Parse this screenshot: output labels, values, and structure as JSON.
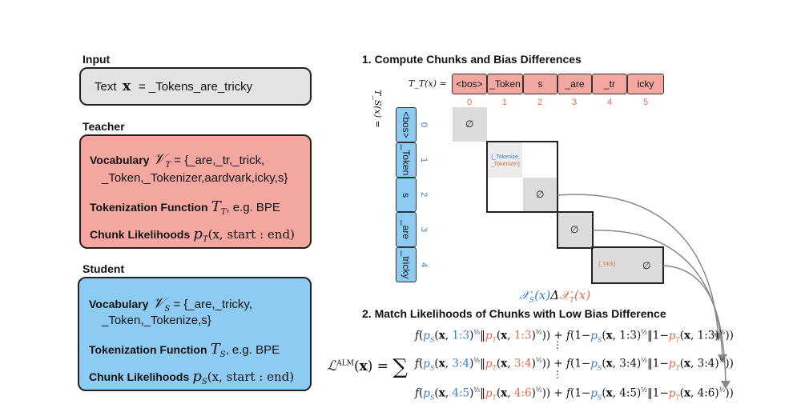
{
  "left": {
    "input_label": "Input",
    "input_text": "Text",
    "input_var": "x",
    "input_value": "= _Tokens_are_tricky",
    "teacher_label": "Teacher",
    "student_label": "Student",
    "teacher": {
      "vocab_label": "Vocabulary",
      "vocab_sym": "𝒱",
      "vocab_sub": "T",
      "vocab_line1": "= {_are,_tr,_trick,",
      "vocab_line2": "_Token,_Tokenizer,aardvark,icky,s}",
      "tok_label": "Tokenization Function",
      "tok_sym": "T",
      "tok_sub": "T",
      "tok_rest": ", e.g. BPE",
      "chunk_label": "Chunk Likelihoods",
      "chunk_sym": "p",
      "chunk_sub": "T",
      "chunk_rest": "(x, start : end)"
    },
    "student": {
      "vocab_label": "Vocabulary",
      "vocab_sym": "𝒱",
      "vocab_sub": "S",
      "vocab_line1": "= {_are,_tricky,",
      "vocab_line2": "_Token,_Tokenize,s}",
      "tok_label": "Tokenization Function",
      "tok_sym": "T",
      "tok_sub": "S",
      "tok_rest": ", e.g. BPE",
      "chunk_label": "Chunk Likelihoods",
      "chunk_sym": "p",
      "chunk_sub": "S",
      "chunk_rest": "(x, start : end)"
    }
  },
  "step1": {
    "title": "1. Compute Chunks and Bias Differences",
    "teacher_axis_label": "T_T(x) =",
    "student_axis_label": "T_S(x) =",
    "teacher_tokens": [
      "<bos>",
      "_Token",
      "s",
      "_are",
      "_tr",
      "icky"
    ],
    "teacher_indices": [
      "0",
      "1",
      "2",
      "3",
      "4",
      "5"
    ],
    "student_tokens": [
      "<bos>",
      "_Token",
      "s",
      "_are",
      "_tricky"
    ],
    "student_indices": [
      "0",
      "1",
      "2",
      "3",
      "4"
    ],
    "empty_symbol": "∅",
    "diff_cell_1": [
      "{_Tokenize,",
      "_Tokenizer}"
    ],
    "diff_cell_4": "{_trick}",
    "sym_diff": "𝒳_S(x) Δ 𝒳_T(x)"
  },
  "step2": {
    "title": "2. Match Likelihoods of Chunks with Low Bias Difference",
    "loss_lhs": "ℒ^ALM(x) = Σ",
    "rows": [
      {
        "s_range": "1:3",
        "t_range": "1:3"
      },
      {
        "s_range": "3:4",
        "t_range": "3:4"
      },
      {
        "s_range": "4:5",
        "t_range": "4:6"
      }
    ],
    "vdots": "⋮"
  },
  "colors": {
    "teacher_fill": "#f4a7a0",
    "student_fill": "#8ecbf2",
    "input_fill": "#e3e3e3",
    "student_accent": "#3a7fc4",
    "teacher_accent": "#e06a4a"
  }
}
